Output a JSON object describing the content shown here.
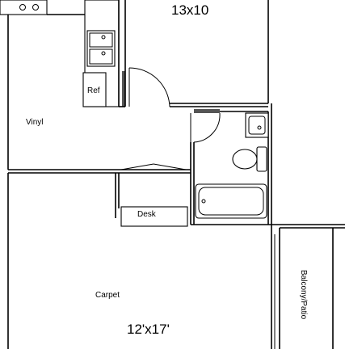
{
  "rooms": {
    "bedroom": "13x10",
    "living": "12'x17'",
    "floor_kitchen": "Vinyl",
    "floor_living": "Carpet"
  },
  "fixtures": {
    "refrigerator": "Ref",
    "desk": "Desk",
    "balcony": "Balcony/Patio"
  }
}
